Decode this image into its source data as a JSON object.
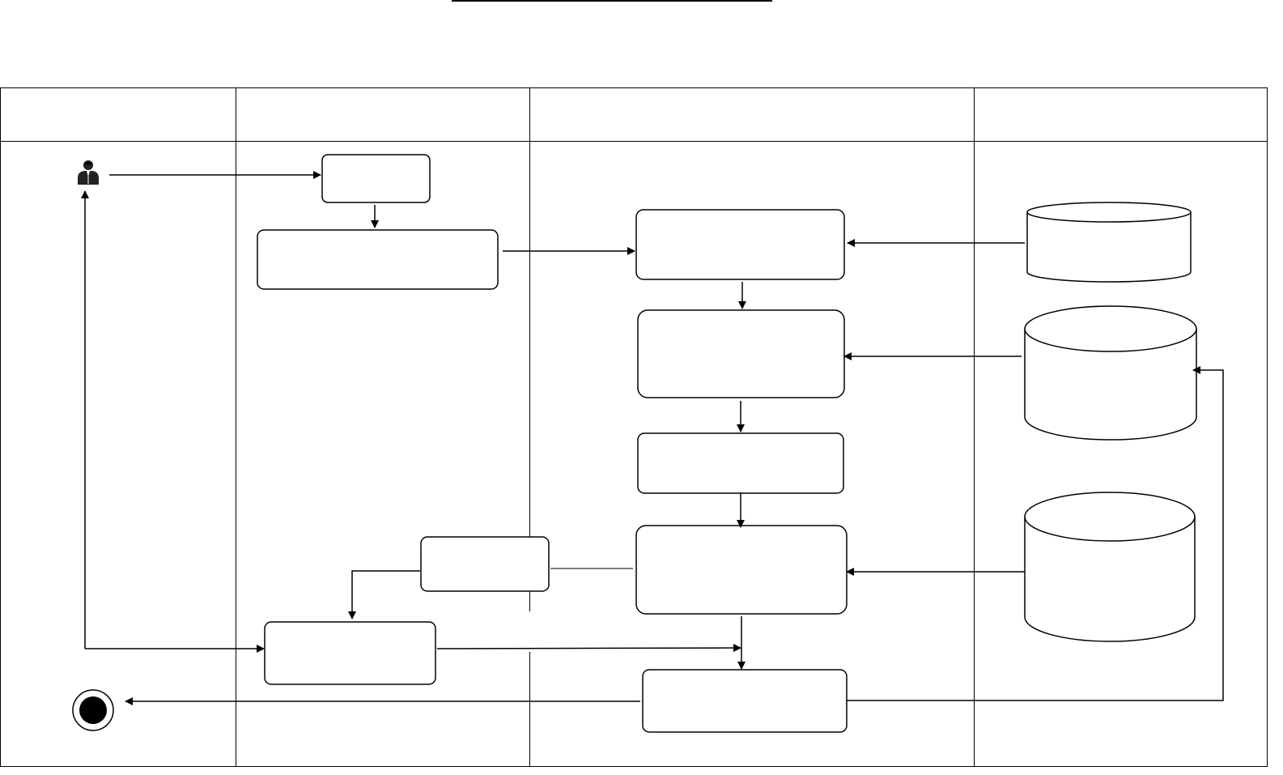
{
  "document": {
    "title": ""
  },
  "lanes": [
    {
      "id": "lane-1",
      "label": ""
    },
    {
      "id": "lane-2",
      "label": ""
    },
    {
      "id": "lane-3",
      "label": ""
    },
    {
      "id": "lane-4",
      "label": ""
    }
  ],
  "nodes": {
    "start_action": "",
    "input_action": "",
    "process_1": "",
    "process_2": "",
    "process_3": "",
    "process_4": "",
    "process_5": "",
    "branch_action": "",
    "result_action": "",
    "store_1": "",
    "store_2": "",
    "store_3": ""
  },
  "icons": {
    "actor": "user-icon",
    "final": "final-state-icon"
  },
  "colors": {
    "stroke": "#000000",
    "background": "#ffffff"
  }
}
